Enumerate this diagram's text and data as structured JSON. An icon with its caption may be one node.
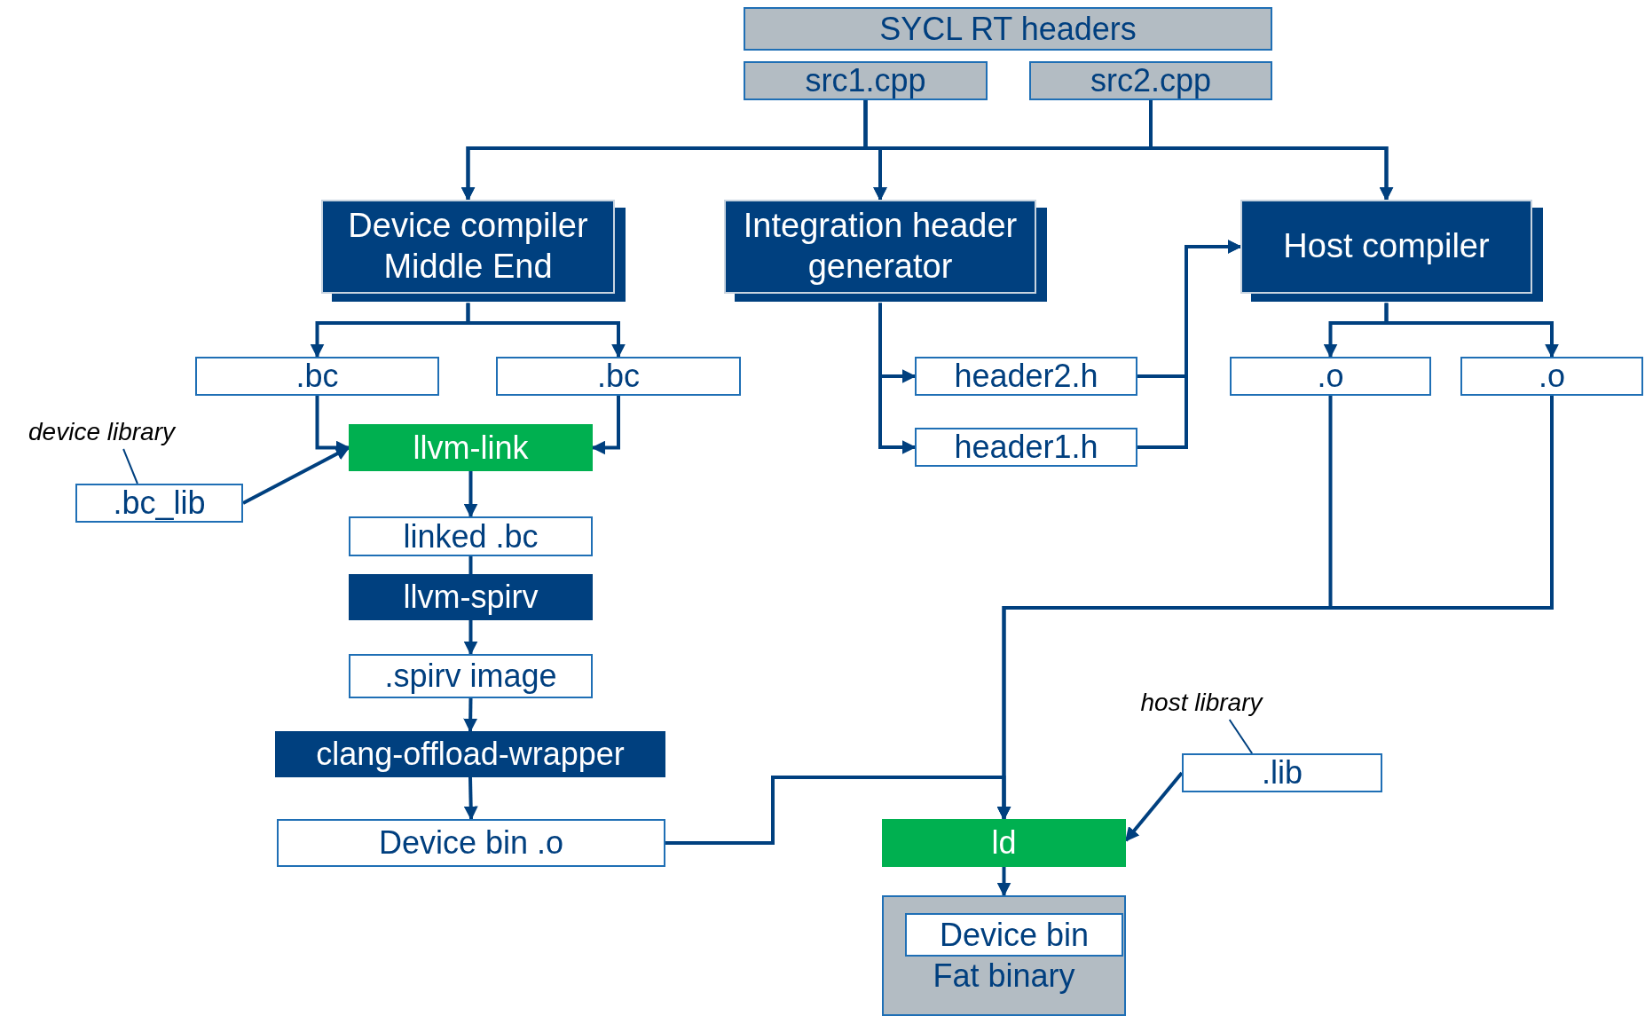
{
  "diagram": {
    "nodes": [
      {
        "text": [
          "SYCL RT headers"
        ]
      },
      {
        "text": [
          "src1.cpp"
        ]
      },
      {
        "text": [
          "src2.cpp"
        ]
      },
      {
        "text": [
          "Device compiler Middle End"
        ]
      },
      {
        "text": [
          "Integration header generator"
        ]
      },
      {
        "text": [
          "Host compiler"
        ]
      },
      {
        "text": [
          ".bc"
        ]
      },
      {
        "text": [
          ".bc"
        ]
      },
      {
        "text": [
          "header2.h"
        ]
      },
      {
        "text": [
          ".o"
        ]
      },
      {
        "text": [
          ".o"
        ]
      },
      {
        "text": [
          "device library"
        ]
      },
      {
        "text": [
          "llvm-link"
        ]
      },
      {
        "text": [
          "header1.h"
        ]
      },
      {
        "text": [
          ".bc_lib"
        ]
      },
      {
        "text": [
          "linked .bc"
        ]
      },
      {
        "text": [
          "llvm-spirv"
        ]
      },
      {
        "text": [
          ".spirv image"
        ]
      },
      {
        "text": [
          "host library"
        ]
      },
      {
        "text": [
          ".lib"
        ]
      },
      {
        "text": [
          "clang-offload-wrapper"
        ]
      },
      {
        "text": [
          "Device bin .o"
        ]
      },
      {
        "text": [
          "ld"
        ]
      },
      {
        "text": [
          "Fat binary"
        ]
      },
      {
        "text": [
          "Device bin"
        ],
        "in": 23
      }
    ],
    "edges": [
      {
        "from": 1,
        "to": 3,
        "arrow": "to"
      },
      {
        "from": 1,
        "to": 4,
        "arrow": "to"
      },
      {
        "from": 1,
        "to": 5,
        "arrow": "to"
      },
      {
        "from": 2,
        "to": 3,
        "arrow": "to"
      },
      {
        "from": 2,
        "to": 4,
        "arrow": "to"
      },
      {
        "from": 2,
        "to": 5,
        "arrow": "to"
      },
      {
        "from": 3,
        "to": 6,
        "arrow": "to"
      },
      {
        "from": 3,
        "to": 7,
        "arrow": "to"
      },
      {
        "from": 6,
        "to": 12,
        "arrow": "to"
      },
      {
        "from": 7,
        "to": 12,
        "arrow": "to"
      },
      {
        "from": 14,
        "to": 12,
        "arrow": "to"
      },
      {
        "from": 11,
        "to": 14,
        "arrow": "none"
      },
      {
        "from": 12,
        "to": 15,
        "arrow": "to"
      },
      {
        "from": 15,
        "to": 16,
        "arrow": "none"
      },
      {
        "from": 16,
        "to": 17,
        "arrow": "to"
      },
      {
        "from": 17,
        "to": 20,
        "arrow": "to"
      },
      {
        "from": 20,
        "to": 21,
        "arrow": "to"
      },
      {
        "from": 4,
        "to": 8,
        "arrow": "to"
      },
      {
        "from": 4,
        "to": 13,
        "arrow": "to"
      },
      {
        "from": 8,
        "to": 5,
        "arrow": "to"
      },
      {
        "from": 13,
        "to": 5,
        "arrow": "to"
      },
      {
        "from": 5,
        "to": 9,
        "arrow": "to"
      },
      {
        "from": 5,
        "to": 10,
        "arrow": "to"
      },
      {
        "from": 21,
        "to": 22,
        "arrow": "to"
      },
      {
        "from": 9,
        "to": 22,
        "arrow": "to"
      },
      {
        "from": 10,
        "to": 22,
        "arrow": "to"
      },
      {
        "from": 18,
        "to": 19,
        "arrow": "none"
      },
      {
        "from": 19,
        "to": 22,
        "arrow": "to"
      },
      {
        "from": 22,
        "to": 23,
        "arrow": "to"
      }
    ]
  }
}
